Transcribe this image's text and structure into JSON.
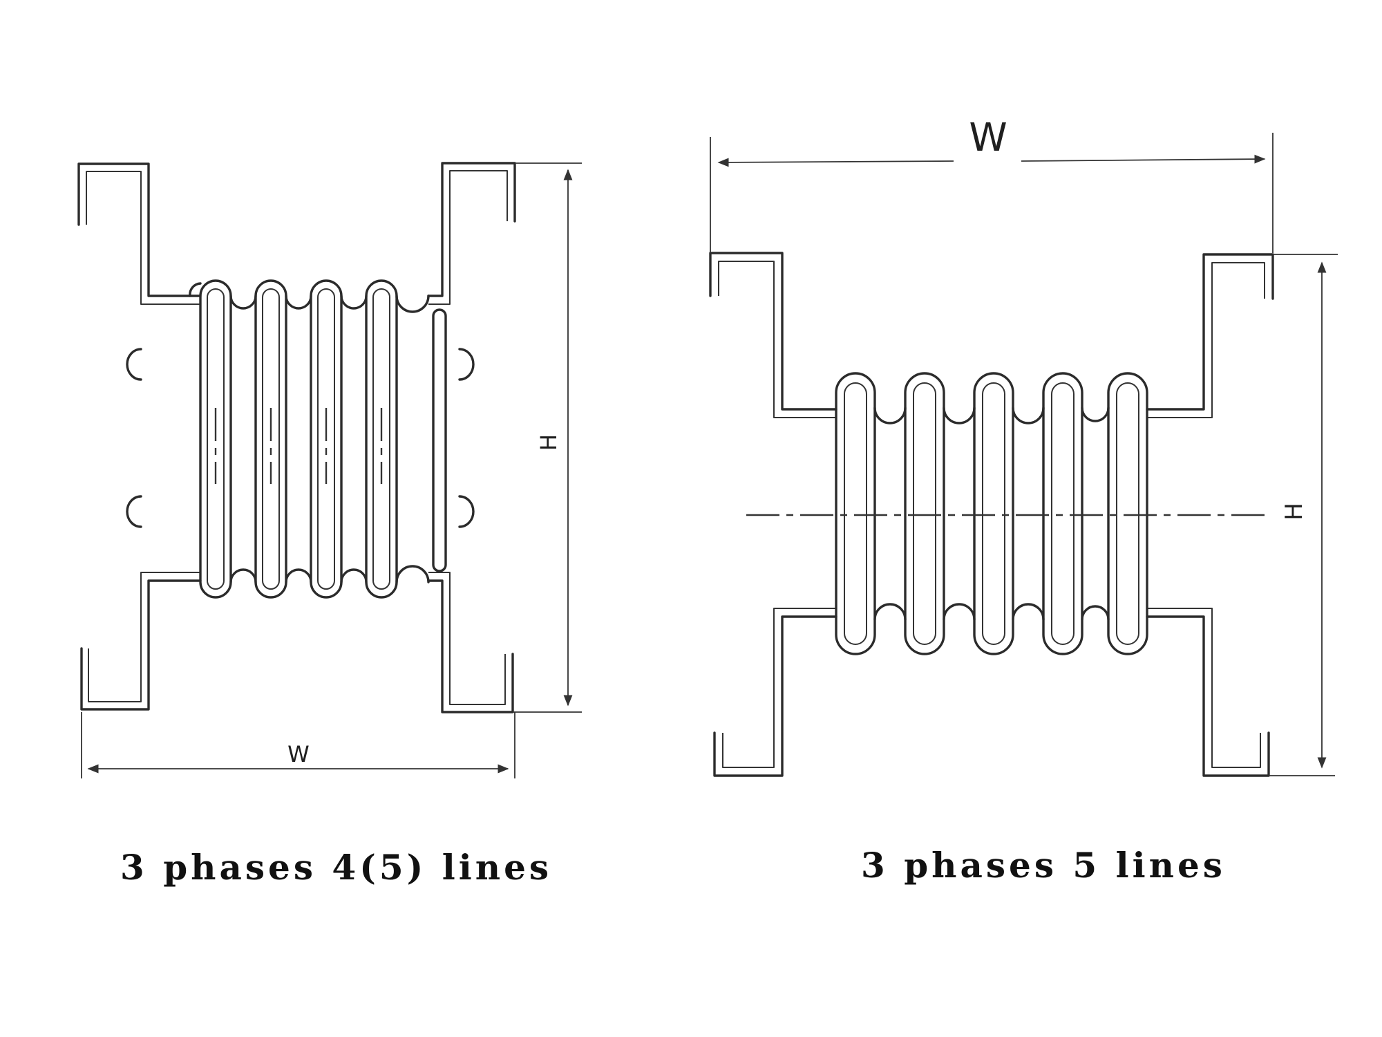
{
  "diagrams": [
    {
      "caption": "3 phases 4(5) lines",
      "dimension_labels": {
        "width": "W",
        "height": "H"
      },
      "conductor_count": 4
    },
    {
      "caption": "3 phases 5 lines",
      "dimension_labels": {
        "width": "W",
        "height": "H"
      },
      "conductor_count": 5
    }
  ],
  "colors": {
    "ink": "#2b2b2b",
    "background": "#ffffff"
  }
}
